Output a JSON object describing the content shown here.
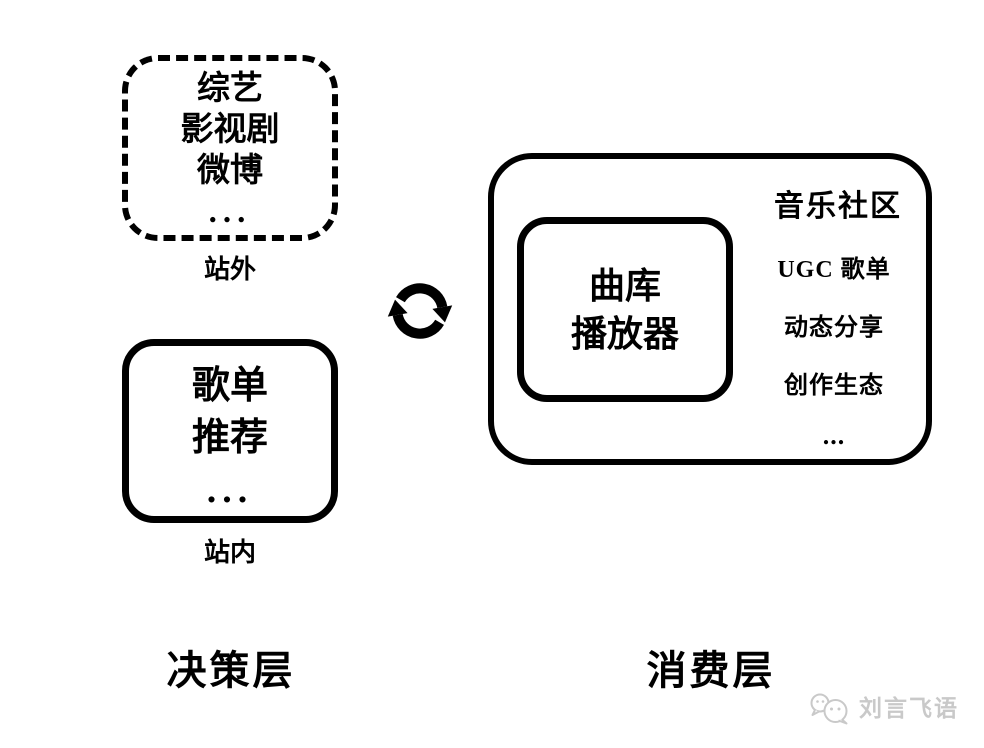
{
  "page": {
    "background": "#ffffff",
    "ink_color": "#000000",
    "watermark_color": "#c9c9c9"
  },
  "decision_layer": {
    "caption": "决策层",
    "offsite_box": {
      "items": [
        "综艺",
        "影视剧",
        "微博",
        "..."
      ],
      "label": "站外"
    },
    "onsite_box": {
      "items": [
        "歌单",
        "推荐",
        "..."
      ],
      "label": "站内"
    }
  },
  "cycle_icon": {
    "meaning": "双向循环"
  },
  "consumption_layer": {
    "caption": "消费层",
    "community_box": {
      "title": "音乐社区",
      "core_box": {
        "lines": [
          "曲库",
          "播放器"
        ]
      },
      "features": [
        "UGC 歌单",
        "动态分享",
        "创作生态",
        "..."
      ]
    }
  },
  "watermark": {
    "text": "刘言飞语"
  }
}
